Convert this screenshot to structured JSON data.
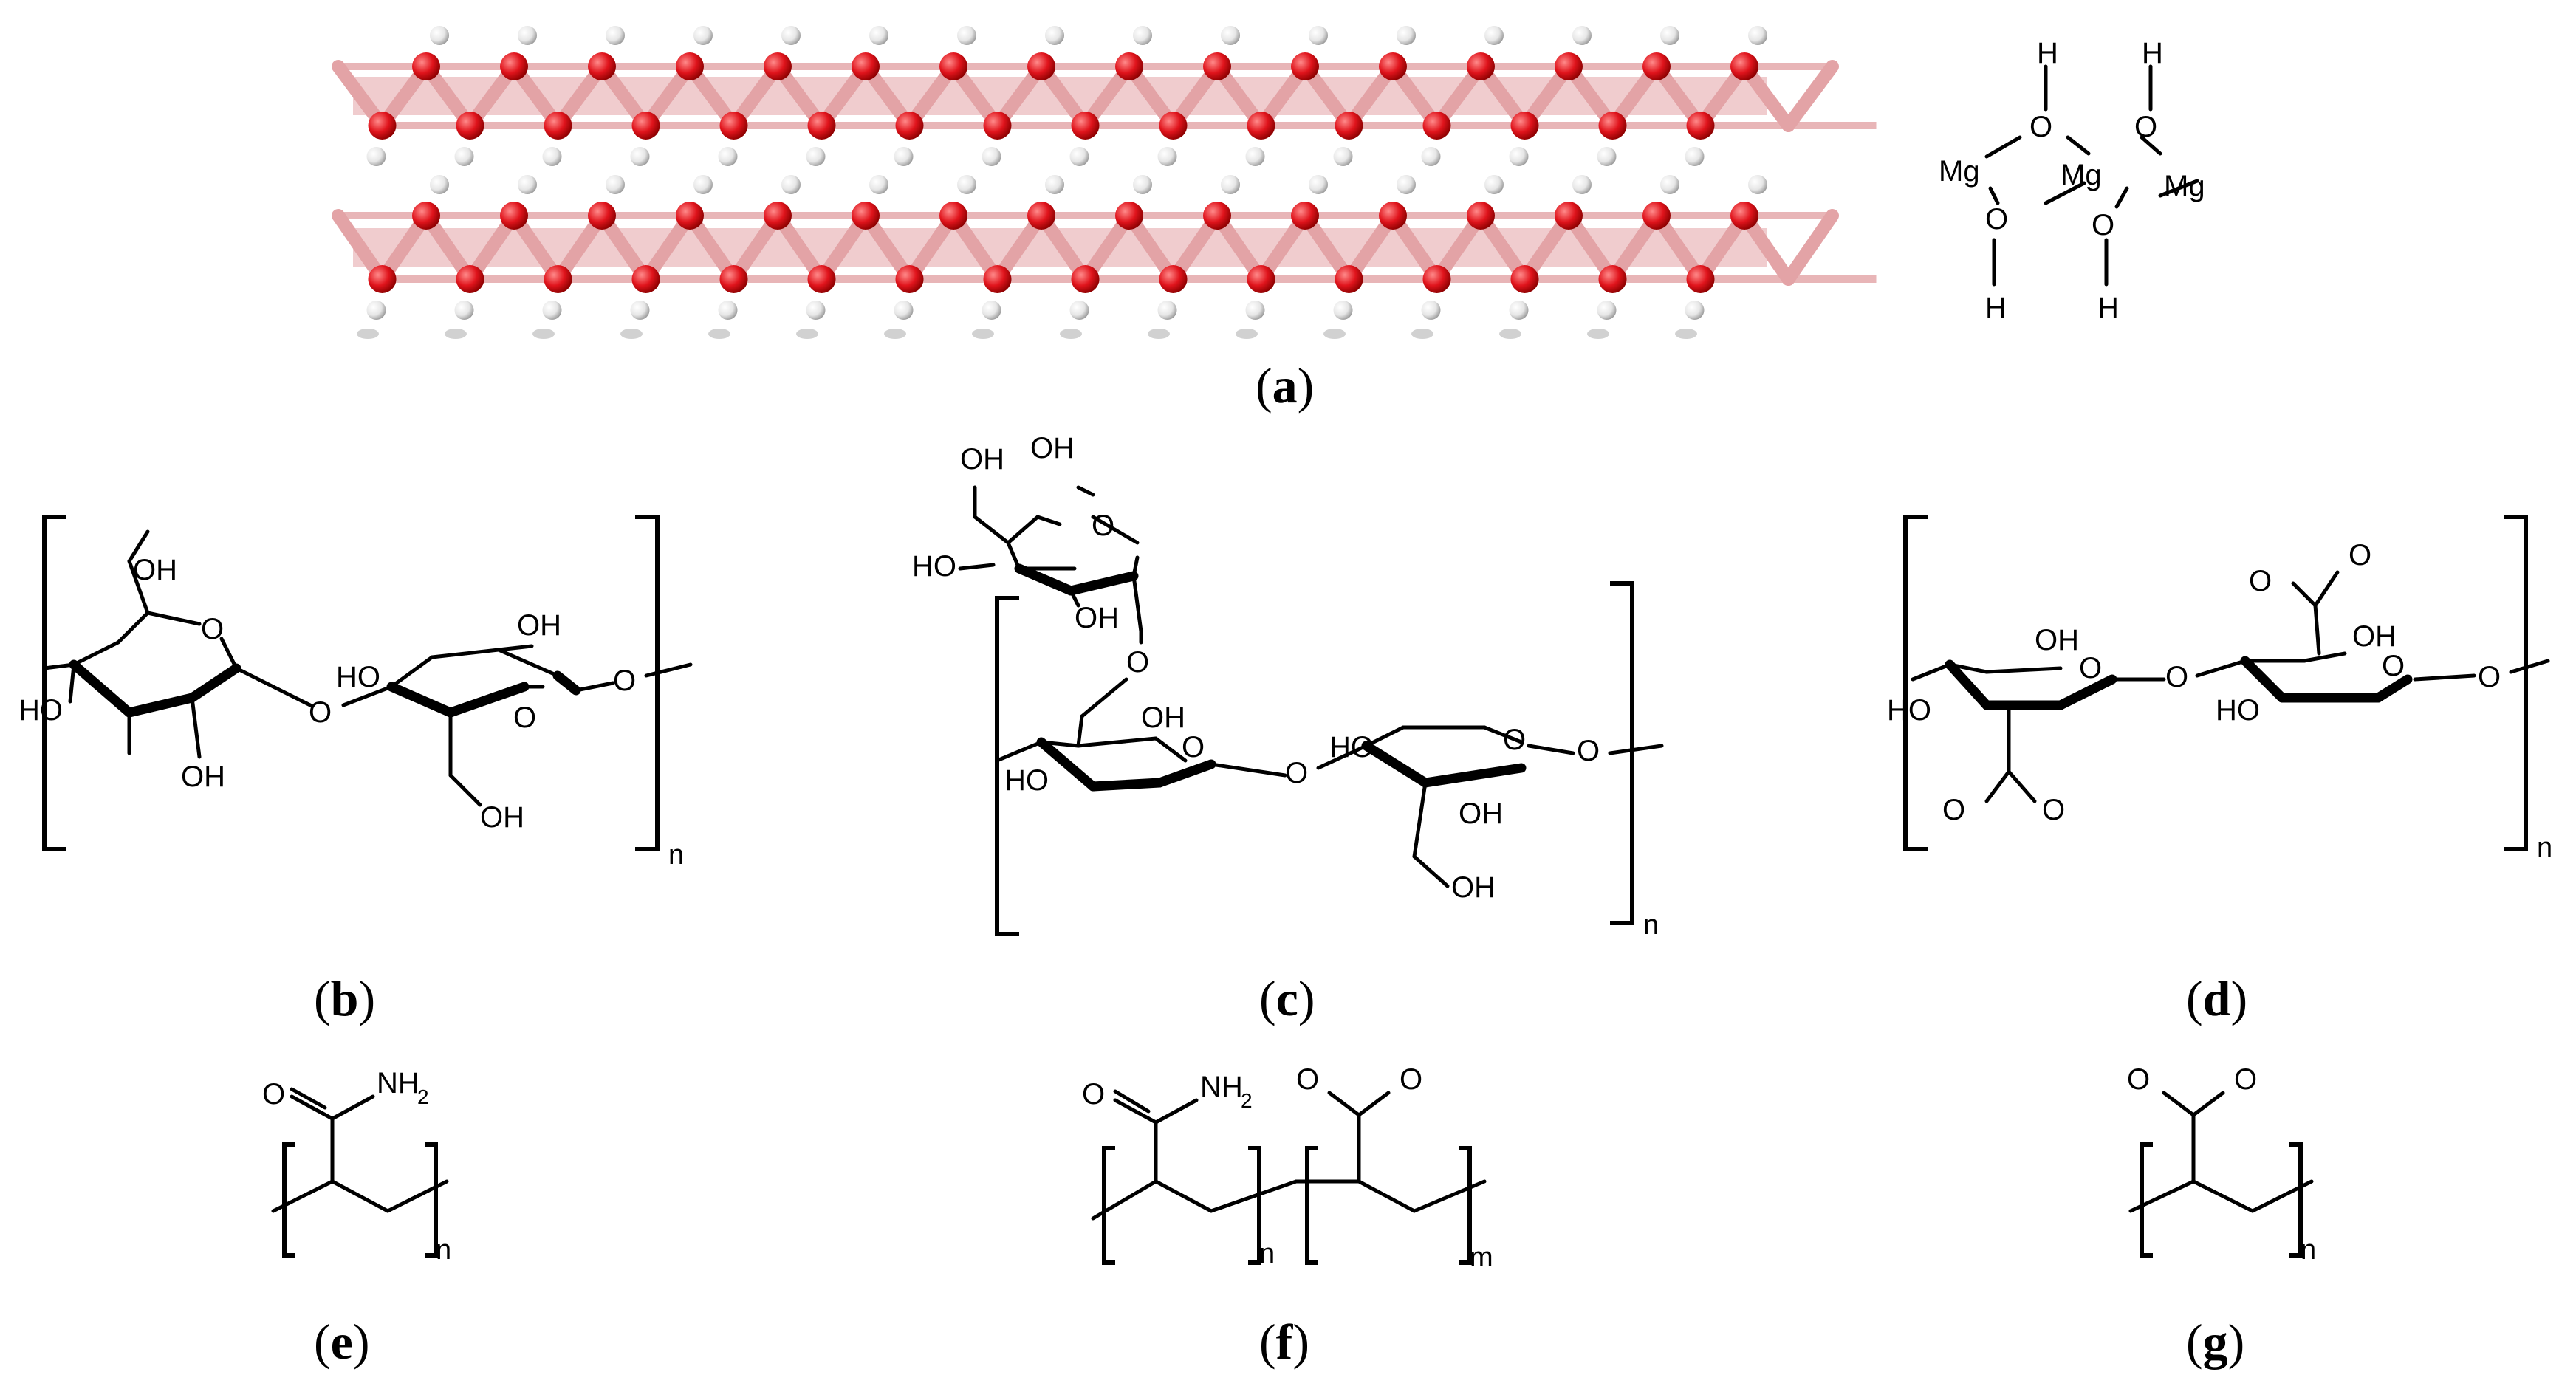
{
  "colors": {
    "oxygen_atom": "#e0141c",
    "magnesium_atom": "#e3a3a6",
    "hydrogen_atom": "#f2f2f2",
    "line": "#000000"
  },
  "panels": [
    {
      "id": "a",
      "label_open": "(",
      "letter": "a",
      "label_close": ")"
    },
    {
      "id": "b",
      "label_open": "(",
      "letter": "b",
      "label_close": ")"
    },
    {
      "id": "c",
      "label_open": "(",
      "letter": "c",
      "label_close": ")"
    },
    {
      "id": "d",
      "label_open": "(",
      "letter": "d",
      "label_close": ")"
    },
    {
      "id": "e",
      "label_open": "(",
      "letter": "e",
      "label_close": ")"
    },
    {
      "id": "f",
      "label_open": "(",
      "letter": "f",
      "label_close": ")"
    },
    {
      "id": "g",
      "label_open": "(",
      "letter": "g",
      "label_close": ")"
    }
  ],
  "atoms": {
    "H": "H",
    "O": "O",
    "Mg": "Mg",
    "OH": "OH",
    "HO": "HO",
    "NH": "NH",
    "sub2": "2"
  },
  "subscripts": {
    "n": "n",
    "m": "m"
  }
}
